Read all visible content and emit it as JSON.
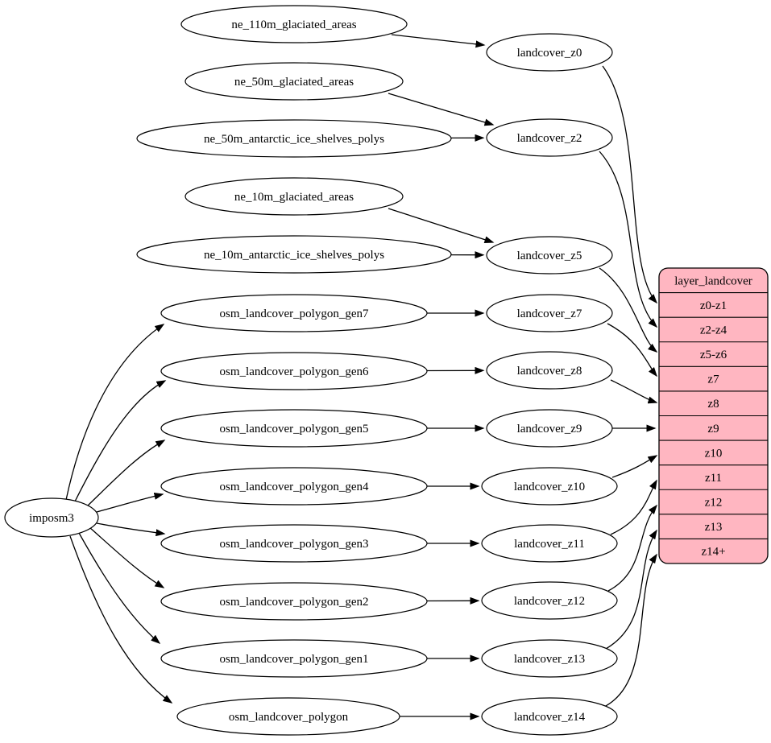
{
  "diagram": {
    "type": "dependency-graph",
    "background_color": "#ffffff",
    "edge_color": "#000000",
    "node_fill": "#ffffff",
    "node_stroke": "#000000",
    "text_color": "#000000",
    "nodes": [
      {
        "id": "imposm3",
        "label": "imposm3"
      },
      {
        "id": "ne_110m_glaciated_areas",
        "label": "ne_110m_glaciated_areas"
      },
      {
        "id": "ne_50m_glaciated_areas",
        "label": "ne_50m_glaciated_areas"
      },
      {
        "id": "ne_50m_antarctic_ice_shelves_polys",
        "label": "ne_50m_antarctic_ice_shelves_polys"
      },
      {
        "id": "ne_10m_glaciated_areas",
        "label": "ne_10m_glaciated_areas"
      },
      {
        "id": "ne_10m_antarctic_ice_shelves_polys",
        "label": "ne_10m_antarctic_ice_shelves_polys"
      },
      {
        "id": "osm_landcover_polygon_gen7",
        "label": "osm_landcover_polygon_gen7"
      },
      {
        "id": "osm_landcover_polygon_gen6",
        "label": "osm_landcover_polygon_gen6"
      },
      {
        "id": "osm_landcover_polygon_gen5",
        "label": "osm_landcover_polygon_gen5"
      },
      {
        "id": "osm_landcover_polygon_gen4",
        "label": "osm_landcover_polygon_gen4"
      },
      {
        "id": "osm_landcover_polygon_gen3",
        "label": "osm_landcover_polygon_gen3"
      },
      {
        "id": "osm_landcover_polygon_gen2",
        "label": "osm_landcover_polygon_gen2"
      },
      {
        "id": "osm_landcover_polygon_gen1",
        "label": "osm_landcover_polygon_gen1"
      },
      {
        "id": "osm_landcover_polygon",
        "label": "osm_landcover_polygon"
      },
      {
        "id": "landcover_z0",
        "label": "landcover_z0"
      },
      {
        "id": "landcover_z2",
        "label": "landcover_z2"
      },
      {
        "id": "landcover_z5",
        "label": "landcover_z5"
      },
      {
        "id": "landcover_z7",
        "label": "landcover_z7"
      },
      {
        "id": "landcover_z8",
        "label": "landcover_z8"
      },
      {
        "id": "landcover_z9",
        "label": "landcover_z9"
      },
      {
        "id": "landcover_z10",
        "label": "landcover_z10"
      },
      {
        "id": "landcover_z11",
        "label": "landcover_z11"
      },
      {
        "id": "landcover_z12",
        "label": "landcover_z12"
      },
      {
        "id": "landcover_z13",
        "label": "landcover_z13"
      },
      {
        "id": "landcover_z14",
        "label": "landcover_z14"
      }
    ],
    "table": {
      "id": "layer_landcover",
      "header": "layer_landcover",
      "fill": "#ffb6c1",
      "rows": [
        "z0-z1",
        "z2-z4",
        "z5-z6",
        "z7",
        "z8",
        "z9",
        "z10",
        "z11",
        "z12",
        "z13",
        "z14+"
      ]
    },
    "edges": [
      {
        "from": "imposm3",
        "to": "osm_landcover_polygon_gen7"
      },
      {
        "from": "imposm3",
        "to": "osm_landcover_polygon_gen6"
      },
      {
        "from": "imposm3",
        "to": "osm_landcover_polygon_gen5"
      },
      {
        "from": "imposm3",
        "to": "osm_landcover_polygon_gen4"
      },
      {
        "from": "imposm3",
        "to": "osm_landcover_polygon_gen3"
      },
      {
        "from": "imposm3",
        "to": "osm_landcover_polygon_gen2"
      },
      {
        "from": "imposm3",
        "to": "osm_landcover_polygon_gen1"
      },
      {
        "from": "imposm3",
        "to": "osm_landcover_polygon"
      },
      {
        "from": "ne_110m_glaciated_areas",
        "to": "landcover_z0"
      },
      {
        "from": "ne_50m_glaciated_areas",
        "to": "landcover_z2"
      },
      {
        "from": "ne_50m_antarctic_ice_shelves_polys",
        "to": "landcover_z2"
      },
      {
        "from": "ne_10m_glaciated_areas",
        "to": "landcover_z5"
      },
      {
        "from": "ne_10m_antarctic_ice_shelves_polys",
        "to": "landcover_z5"
      },
      {
        "from": "osm_landcover_polygon_gen7",
        "to": "landcover_z7"
      },
      {
        "from": "osm_landcover_polygon_gen6",
        "to": "landcover_z8"
      },
      {
        "from": "osm_landcover_polygon_gen5",
        "to": "landcover_z9"
      },
      {
        "from": "osm_landcover_polygon_gen4",
        "to": "landcover_z10"
      },
      {
        "from": "osm_landcover_polygon_gen3",
        "to": "landcover_z11"
      },
      {
        "from": "osm_landcover_polygon_gen2",
        "to": "landcover_z12"
      },
      {
        "from": "osm_landcover_polygon_gen1",
        "to": "landcover_z13"
      },
      {
        "from": "osm_landcover_polygon",
        "to": "landcover_z14"
      },
      {
        "from": "landcover_z0",
        "to": "layer_landcover.z0-z1"
      },
      {
        "from": "landcover_z2",
        "to": "layer_landcover.z2-z4"
      },
      {
        "from": "landcover_z5",
        "to": "layer_landcover.z5-z6"
      },
      {
        "from": "landcover_z7",
        "to": "layer_landcover.z7"
      },
      {
        "from": "landcover_z8",
        "to": "layer_landcover.z8"
      },
      {
        "from": "landcover_z9",
        "to": "layer_landcover.z9"
      },
      {
        "from": "landcover_z10",
        "to": "layer_landcover.z10"
      },
      {
        "from": "landcover_z11",
        "to": "layer_landcover.z11"
      },
      {
        "from": "landcover_z12",
        "to": "layer_landcover.z12"
      },
      {
        "from": "landcover_z13",
        "to": "layer_landcover.z13"
      },
      {
        "from": "landcover_z14",
        "to": "layer_landcover.z14+"
      }
    ]
  }
}
